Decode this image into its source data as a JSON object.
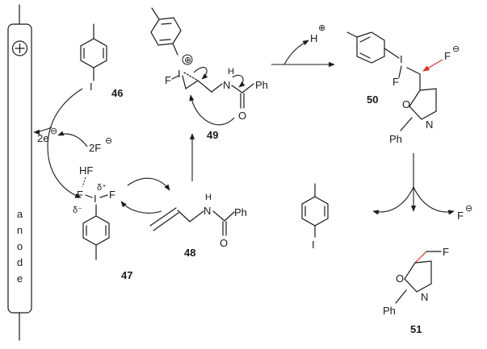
{
  "anode": {
    "symbol": "⊕",
    "letters": [
      "a",
      "n",
      "o",
      "d",
      "e"
    ]
  },
  "electrons": {
    "count": "2e",
    "charge": "⊖"
  },
  "fluoride": {
    "label": "2F",
    "charge": "⊖"
  },
  "compound_46": {
    "number": "46",
    "atom": "I"
  },
  "compound_47": {
    "number": "47",
    "hf": "HF",
    "fluorines": [
      "F",
      "F"
    ],
    "iodine": "I",
    "delta_plus": "δ⁺",
    "delta_minus": "δ⁻"
  },
  "compound_48": {
    "number": "48",
    "nh": "H",
    "n": "N",
    "ph": "Ph",
    "o": "O"
  },
  "compound_49": {
    "number": "49",
    "f": "F",
    "iodine": "I",
    "plus": "⊕",
    "h": "H",
    "n": "N",
    "ph": "Ph",
    "o": "O"
  },
  "proton": {
    "label": "H",
    "charge": "⊕"
  },
  "compound_50": {
    "number": "50",
    "iodine": "I",
    "f": "F",
    "fluoride": "F",
    "fluoride_charge": "⊖",
    "o": "O",
    "n": "N",
    "ph": "Ph"
  },
  "recycle": {
    "fluoride": "F",
    "charge": "⊖",
    "atom": "I"
  },
  "compound_51": {
    "number": "51",
    "f": "F",
    "o": "O",
    "n": "N",
    "ph": "Ph"
  }
}
